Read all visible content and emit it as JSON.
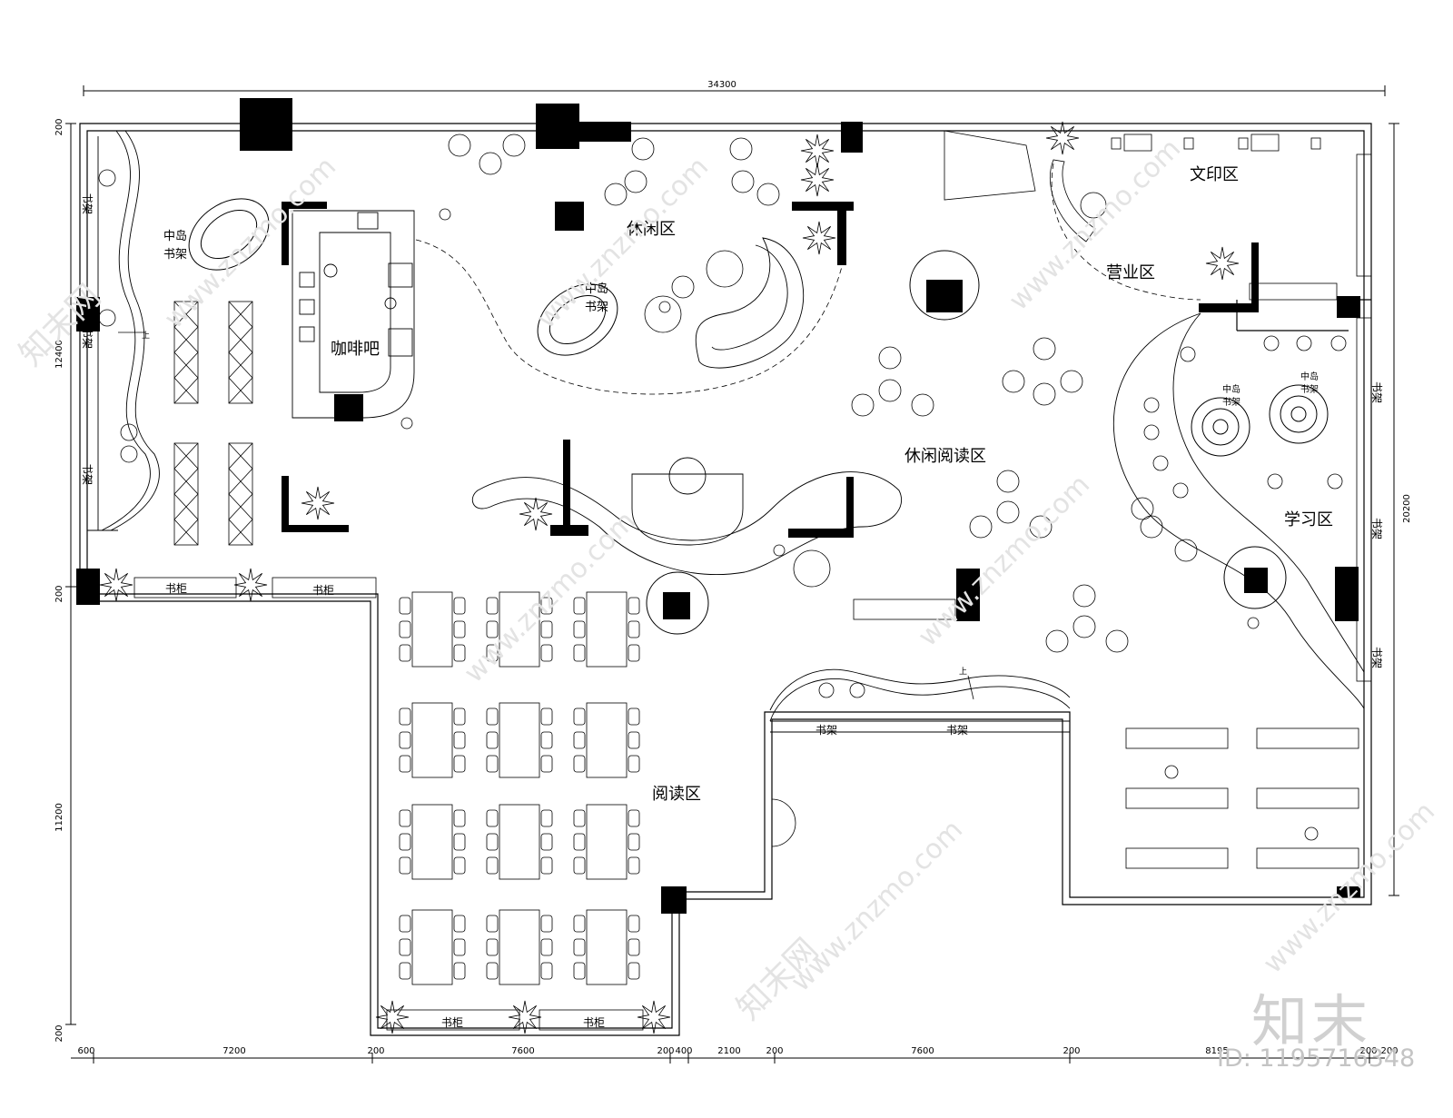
{
  "dimensions": {
    "top_total": "34300",
    "right_total": "20200",
    "left_top": "200",
    "left_upper": "12400",
    "left_mid": "200",
    "left_lower": "11200",
    "left_bottom": "200",
    "bottom": [
      "600",
      "7200",
      "200",
      "7600",
      "200",
      "400",
      "2100",
      "200",
      "7600",
      "200",
      "8195",
      "200",
      "200"
    ]
  },
  "zones": {
    "leisure": "休闲区",
    "coffee_bar": "咖啡吧",
    "print": "文印区",
    "business": "营业区",
    "leisure_reading": "休闲阅读区",
    "study": "学习区",
    "reading": "阅读区"
  },
  "labels": {
    "island_line1": "中岛",
    "island_line2": "书架",
    "bookshelf": "书架",
    "bookcase": "书柜",
    "up": "上"
  },
  "watermark": {
    "brand": "知末",
    "id": "ID: 1195716348",
    "site": "www.znzmo.com",
    "cn": "知末网"
  }
}
